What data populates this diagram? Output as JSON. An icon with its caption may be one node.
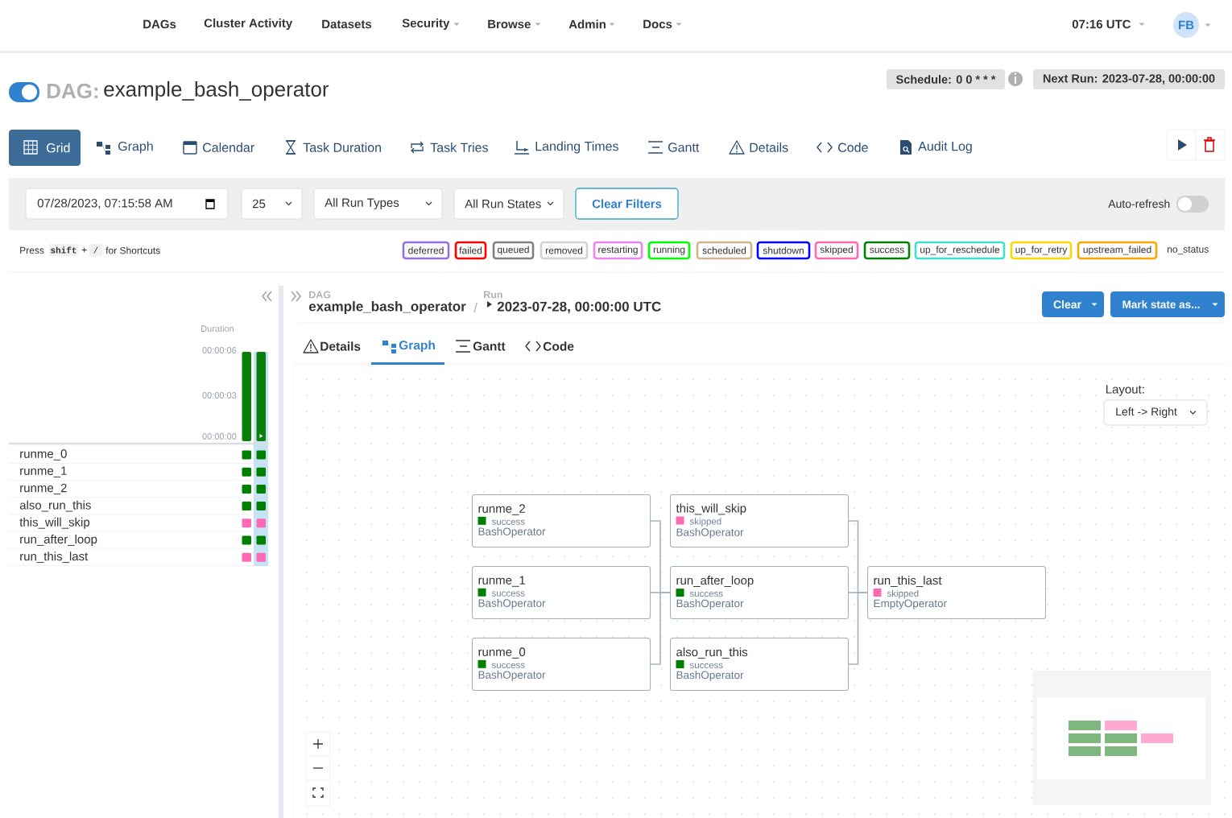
{
  "diagram": {
    "nodes": [
      {
        "text": [
          "runme_2",
          "success",
          "BashOperator"
        ]
      },
      {
        "text": [
          "this_will_skip",
          "skipped",
          "BashOperator"
        ]
      },
      {
        "text": [
          "runme_1",
          "success",
          "BashOperator"
        ]
      },
      {
        "text": [
          "run_after_loop",
          "success",
          "BashOperator"
        ]
      },
      {
        "text": [
          "run_this_last",
          "skipped",
          "EmptyOperator"
        ]
      },
      {
        "text": [
          "runme_0",
          "success",
          "BashOperator"
        ]
      },
      {
        "text": [
          "also_run_this",
          "success",
          "BashOperator"
        ]
      }
    ],
    "edges": [
      {
        "from": 0,
        "to": 3,
        "arrow": "none"
      },
      {
        "from": 2,
        "to": 3,
        "arrow": "none"
      },
      {
        "from": 5,
        "to": 3,
        "arrow": "none"
      },
      {
        "from": 1,
        "to": 4,
        "arrow": "none"
      },
      {
        "from": 3,
        "to": 4,
        "arrow": "none"
      },
      {
        "from": 6,
        "to": 4,
        "arrow": "none"
      }
    ],
    "labels": [
      "DAGs",
      "Cluster Activity",
      "Datasets",
      "Security",
      "Browse",
      "Admin",
      "Docs",
      "07:16 UTC",
      "FB",
      "DAG:",
      "example_bash_operator",
      "Schedule: 0 0 * * *",
      "Next Run: 2023-07-28, 00:00:00",
      "Grid",
      "Graph",
      "Calendar",
      "Task Duration",
      "Task Tries",
      "Landing Times",
      "Gantt",
      "Details",
      "Code",
      "Audit Log",
      "07/28/2023, 07:15:58 AM",
      "25",
      "All Run Types",
      "All Run States",
      "Clear Filters",
      "Auto-refresh",
      "Press",
      "shift",
      "+",
      "/",
      "for Shortcuts",
      "Duration",
      "00:00:06",
      "00:00:03",
      "00:00:00",
      "runme_0",
      "runme_1",
      "runme_2",
      "also_run_this",
      "this_will_skip",
      "run_after_loop",
      "run_this_last",
      "DAG",
      "example_bash_operator",
      "/",
      "Run",
      "2023-07-28, 00:00:00 UTC",
      "Clear",
      "Mark state as...",
      "Details",
      "Graph",
      "Gantt",
      "Code",
      "Layout:",
      "Left -> Right"
    ],
    "legend": [
      {
        "text": "deferred",
        "color": "#9370db"
      },
      {
        "text": "failed",
        "color": "#ff0000"
      },
      {
        "text": "queued",
        "color": "#808080"
      },
      {
        "text": "removed",
        "color": "#d3d3d3"
      },
      {
        "text": "restarting",
        "color": "#ee82ee"
      },
      {
        "text": "running",
        "color": "#00ff00"
      },
      {
        "text": "scheduled",
        "color": "#d2b48c"
      },
      {
        "text": "shutdown",
        "color": "#0000ff"
      },
      {
        "text": "skipped",
        "color": "#ff69b4"
      },
      {
        "text": "success",
        "color": "#008000"
      },
      {
        "text": "up_for_reschedule",
        "color": "#40e0d0"
      },
      {
        "text": "up_for_retry",
        "color": "#ffd700"
      },
      {
        "text": "upstream_failed",
        "color": "#ffa500"
      },
      {
        "text": "no_status"
      }
    ]
  }
}
